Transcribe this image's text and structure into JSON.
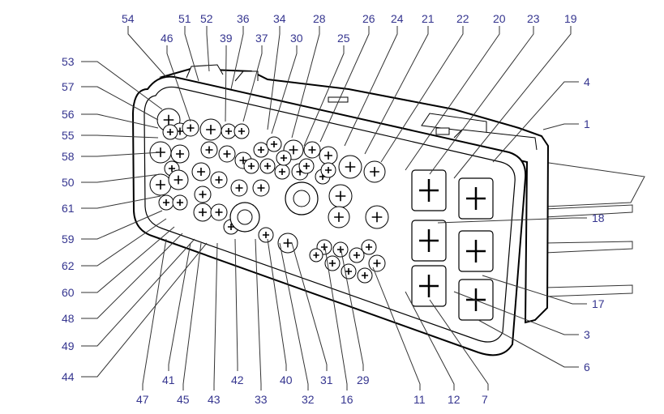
{
  "diagram": {
    "labels": [
      "54",
      "51",
      "52",
      "36",
      "34",
      "28",
      "26",
      "24",
      "21",
      "22",
      "20",
      "23",
      "19",
      "46",
      "39",
      "37",
      "30",
      "25",
      "53",
      "57",
      "56",
      "55",
      "58",
      "50",
      "61",
      "59",
      "62",
      "60",
      "48",
      "49",
      "44",
      "47",
      "41",
      "45",
      "43",
      "42",
      "33",
      "40",
      "32",
      "31",
      "16",
      "29",
      "11",
      "12",
      "7",
      "4",
      "1",
      "18",
      "17",
      "3",
      "6"
    ],
    "terminal_count": 51
  }
}
